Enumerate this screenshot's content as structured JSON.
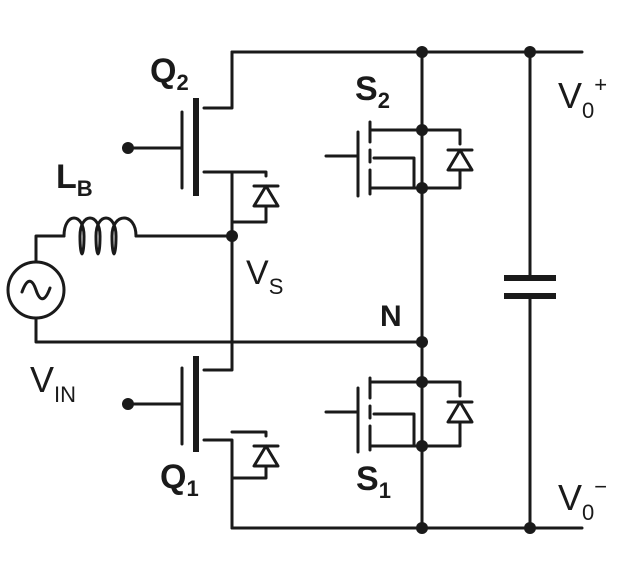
{
  "labels": {
    "q2": {
      "main": "Q",
      "sub": "2"
    },
    "q1": {
      "main": "Q",
      "sub": "1"
    },
    "s2": {
      "main": "S",
      "sub": "2"
    },
    "s1": {
      "main": "S",
      "sub": "1"
    },
    "lb": {
      "main": "L",
      "sub": "B"
    },
    "vs": {
      "main": "V",
      "sub": "S"
    },
    "vin": {
      "main": "V",
      "sub": "IN"
    },
    "n": "N",
    "vo_plus": {
      "main": "V",
      "sub": "0",
      "sup": "+"
    },
    "vo_minus": {
      "main": "V",
      "sub": "0",
      "sup": "−"
    }
  }
}
